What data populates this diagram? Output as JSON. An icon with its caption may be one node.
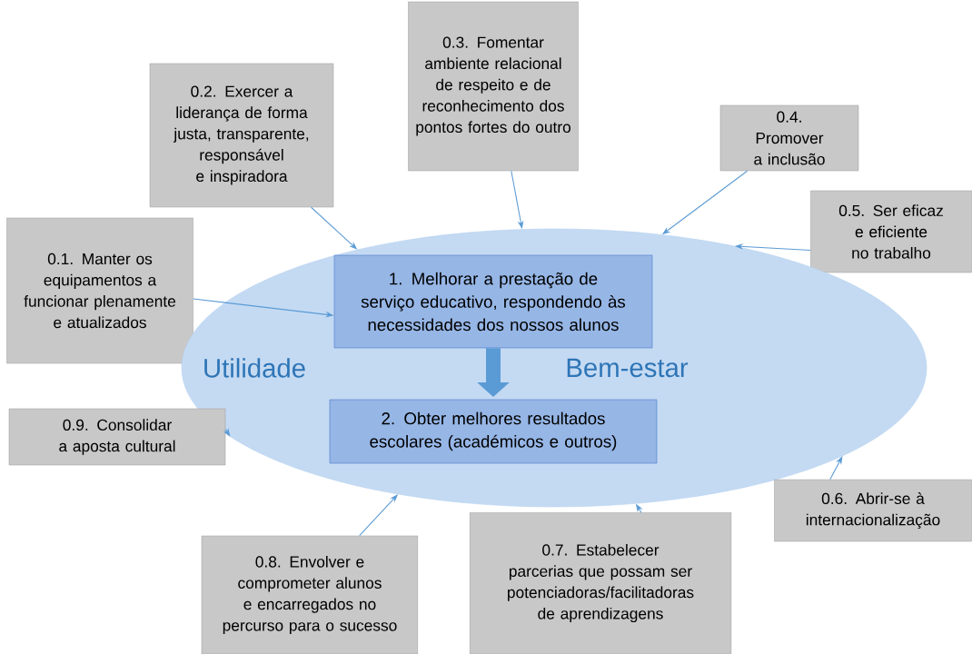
{
  "diagram": {
    "nodes": [
      {
        "text": [
          "0.2. Exercer a liderança de forma justa, transparente, responsável e inspiradora"
        ]
      },
      {
        "text": [
          "0.3. Fomentar ambiente relacional de respeito e de reconhecimento dos pontos fortes do outro"
        ]
      },
      {
        "text": [
          "0.4. Promover a inclusão"
        ]
      },
      {
        "text": [
          "0.5. Ser eficaz e eficiente no trabalho"
        ]
      },
      {
        "text": [
          "0.1. Manter os equipamentos a funcionar plenamente e atualizados"
        ]
      },
      {
        "text": [
          "Utilidade",
          "Bem-estar"
        ]
      },
      {
        "text": [
          "1. Melhorar a prestação de serviço educativo, respondendo às necessidades dos nossos alunos"
        ],
        "in": 5
      },
      {
        "text": [
          "2. Obter melhores resultados escolares (académicos e outros)"
        ],
        "in": 5
      },
      {
        "text": [
          "0.9. Consolidar a aposta cultural"
        ]
      },
      {
        "text": [
          "0.6. Abrir-se à internacionalização"
        ]
      },
      {
        "text": [
          "0.8. Envolver e comprometer alunos e encarregados no percurso para o sucesso"
        ]
      },
      {
        "text": [
          "0.7. Estabelecer parcerias que possam ser potenciadoras/facilitadoras de aprendizagens"
        ]
      }
    ],
    "edges": [
      {
        "from": 0,
        "to": 5,
        "arrow": "to"
      },
      {
        "from": 1,
        "to": 5,
        "arrow": "to"
      },
      {
        "from": 2,
        "to": 5,
        "arrow": "to"
      },
      {
        "from": 3,
        "to": 5,
        "arrow": "to"
      },
      {
        "from": 4,
        "to": 6,
        "arrow": "to"
      },
      {
        "from": 6,
        "to": 7,
        "arrow": "to",
        "style": "thick"
      },
      {
        "from": 8,
        "to": 5,
        "arrow": "to"
      },
      {
        "from": 9,
        "to": 5,
        "arrow": "to"
      },
      {
        "from": 10,
        "to": 5,
        "arrow": "to"
      },
      {
        "from": 11,
        "to": 5,
        "arrow": "to"
      }
    ]
  }
}
